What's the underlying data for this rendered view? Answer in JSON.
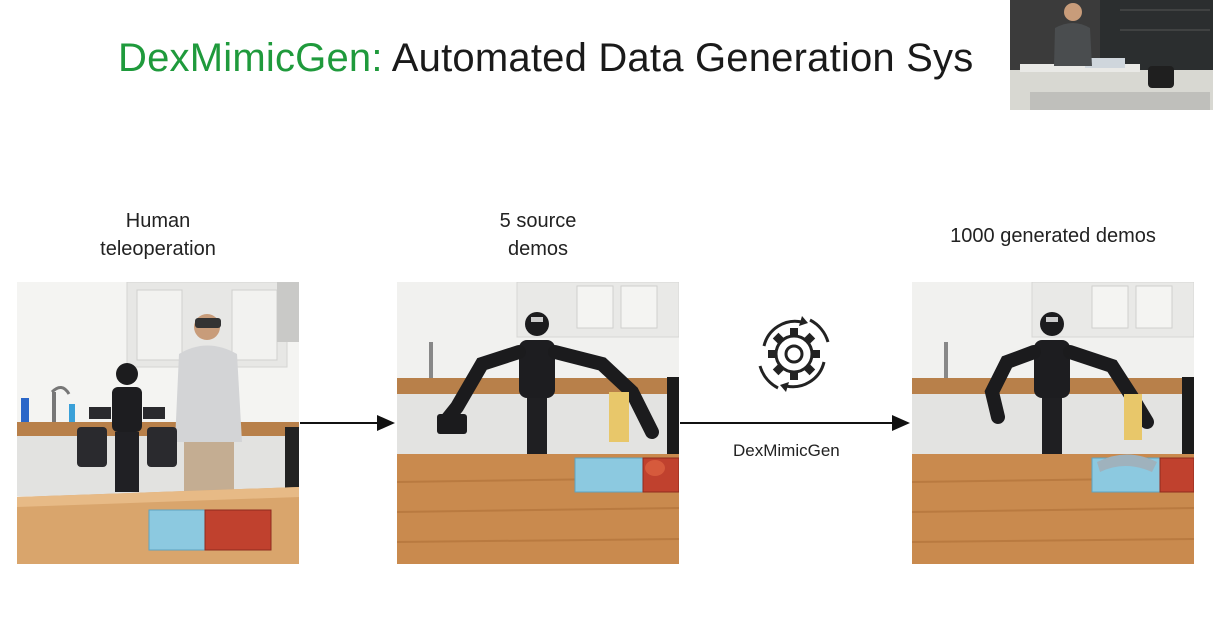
{
  "slide": {
    "title_brand": "DexMimicGen:",
    "title_rest": " Automated Data Generation Sys"
  },
  "stages": [
    {
      "label_line1": "Human",
      "label_line2": "teleoperation"
    },
    {
      "label_line1": "5 source",
      "label_line2": "demos"
    },
    {
      "label_line1": "1000 generated demos",
      "label_line2": ""
    }
  ],
  "pipeline": {
    "arrow2_label": "DexMimicGen",
    "gear_icon": "gear-cycle-icon"
  },
  "colors": {
    "brand_green": "#1f9a3c",
    "blue_bin": "#8cc9e0",
    "red_bin": "#c0412e",
    "counter_wood": "#c98a4e"
  }
}
